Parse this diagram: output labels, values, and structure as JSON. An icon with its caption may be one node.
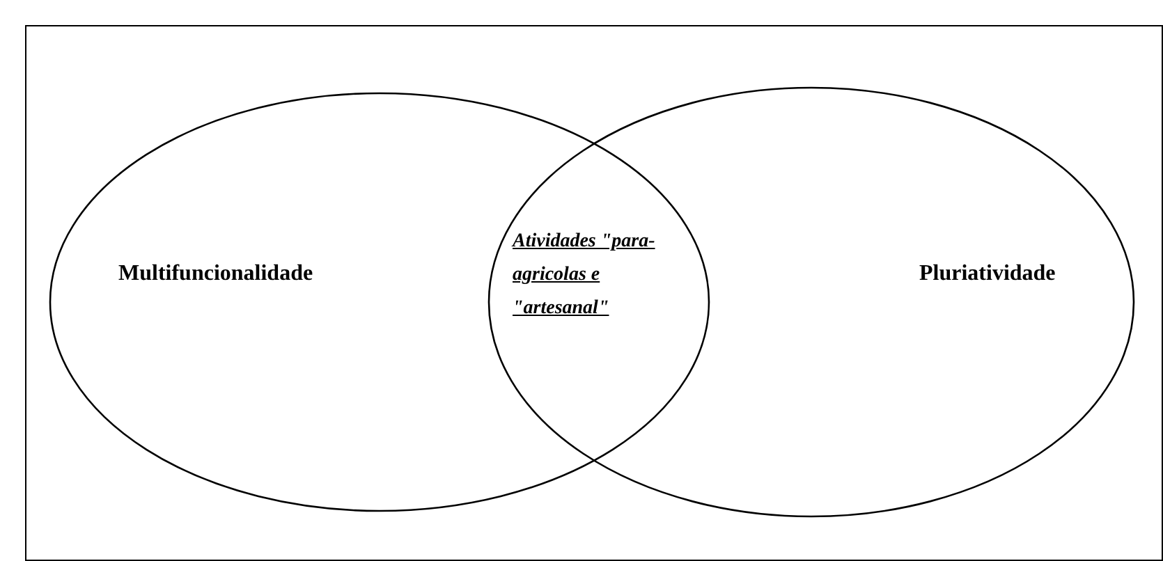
{
  "diagram": {
    "nodes": [
      {
        "text": [
          "Multifuncionalidade"
        ]
      },
      {
        "text": [
          "Pluriatividade"
        ]
      }
    ],
    "edges": [],
    "labels": [
      "Atividades \"para-agricolas e \"artesanal\""
    ]
  }
}
